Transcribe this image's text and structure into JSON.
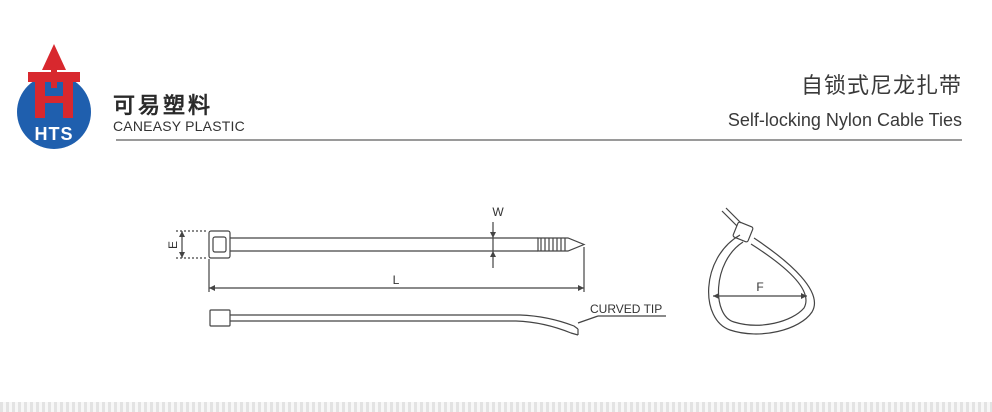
{
  "header": {
    "logo_text": "HTS",
    "brand_cn": "可易塑料",
    "brand_en": "CANEASY PLASTIC",
    "title_cn": "自锁式尼龙扎带",
    "title_en": "Self-locking Nylon Cable Ties"
  },
  "diagram": {
    "label_e": "E",
    "label_w": "W",
    "label_l": "L",
    "label_f": "F",
    "label_curved_tip": "CURVED TIP"
  },
  "colors": {
    "logo_blue": "#1f5fae",
    "logo_red": "#d8282e",
    "text": "#333333",
    "line": "#444444"
  }
}
